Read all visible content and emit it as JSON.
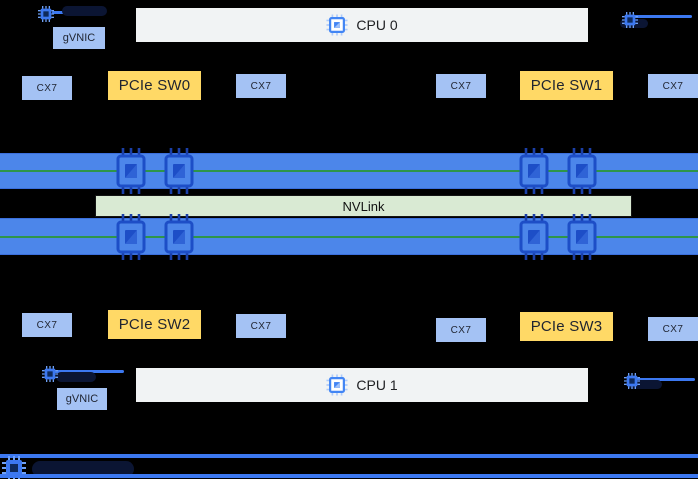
{
  "colors": {
    "background": "#000000",
    "nic_box": "#a4c2f4",
    "pcie_switch_box": "#ffd966",
    "cpu_box": "#f1f3f4",
    "gpu_bar": "#4c86ea",
    "nvlink_bar": "#d9ead3",
    "nvlink_green_line": "#2e9549",
    "link_line_blue": "#3c78f0",
    "gpu_icon_dark_blue": "#1d4ec7",
    "chip_icon_blue": "#4285f4",
    "dark_capsule": "#0b1533",
    "text": "#202124"
  },
  "labels": {
    "cpu0": "CPU 0",
    "cpu1": "CPU 1",
    "gvnic": "gVNIC",
    "nvlink": "NVLink",
    "cx7": "CX7",
    "pcie_sw0": "PCIe SW0",
    "pcie_sw1": "PCIe SW1",
    "pcie_sw2": "PCIe SW2",
    "pcie_sw3": "PCIe SW3"
  },
  "structure": {
    "gpu_rows": 2,
    "gpu_icons_per_row": 4,
    "cx7_boxes": 8,
    "pcie_switches": 4,
    "cpus": 2
  },
  "icons": {
    "cpu": "cpu-chip-icon",
    "gpu": "gpu-chip-icon",
    "nic": "nic-chip-icon"
  }
}
